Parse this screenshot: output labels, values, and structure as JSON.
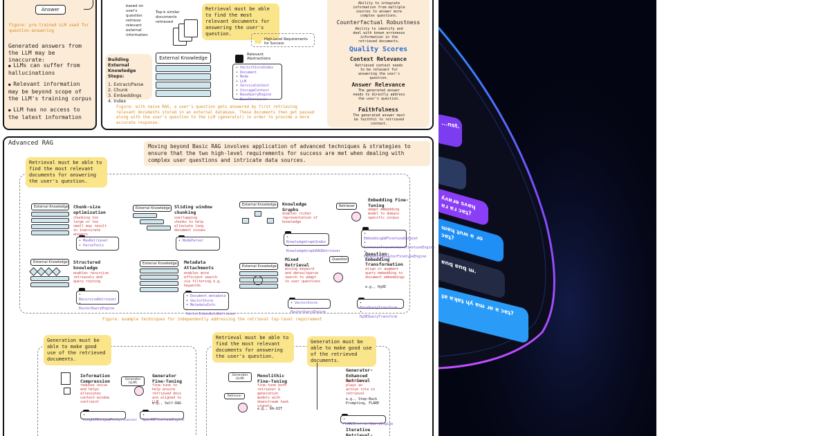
{
  "colors": {
    "accent_orange": "#d98a1c",
    "highlight_yellow": "#fbe58a",
    "beige": "#fcebd6",
    "neon_blue": "#2fa8ff",
    "neon_purple": "#8b4dff"
  },
  "left_panel": {
    "answer_label": "Answer",
    "figure_caption": "Figure: pre-trained LLM used for question-answering",
    "heading": "Generated answers from the LLM may be inaccurate:",
    "items": [
      "LLMs can suffer from hallucinations",
      "Relevant information may be beyond scope of the LLM's training corpus",
      "LLM has no access to the latest information"
    ]
  },
  "basic_rag": {
    "based_on_text": "based on user's question retrieve relevant external information",
    "topk_text": "Top-k similar documents retrieved",
    "requirement": "Retrieval must be able to find the most relevant documents for answering the user's question.",
    "legend": "High-Level Requirements for Success",
    "building_title": "Building External Knowledge Steps:",
    "steps": [
      "1. Extract/Parse",
      "2. Chunk",
      "3. Embeddings",
      "4. Index"
    ],
    "external_knowledge": "External Knowledge",
    "abstractions_title": "Relevant Abstractions",
    "abstractions": [
      "VectorStoreIndex",
      "Document",
      "Node",
      "LLM",
      "ServiceContext",
      "StorageContext",
      "BaseQueryEngine",
      "BaseRetriever"
    ],
    "caption": "Figure: with naive RAG, a user's question gets answered by first retrieving relevant documents stored in an external database. These documents then get passed along with the user's question to the LLM (generator) in order to provide a more accurate response."
  },
  "scores": {
    "top_text": "Ability to integrate information from multiple sources to answer more complex questions.",
    "robust_title": "Counterfactual Robustness",
    "robust_desc": "Ability to identify and deal with known erroneous information in the retrieved documents.",
    "quality_title": "Quality Scores",
    "items": [
      {
        "title": "Context Relevance",
        "desc": "Retrieved context needs to be relevant for answering the user's question."
      },
      {
        "title": "Answer Relevance",
        "desc": "The generated answer needs to directly address the user's question."
      },
      {
        "title": "Faithfulness",
        "desc": "The generated answer must be faithful to retrieved context."
      }
    ]
  },
  "advanced": {
    "title": "Advanced RAG",
    "intro": "Moving beyond Basic RAG involves application of advanced techniques & strategies to ensure that the two high-level requirements for success are met when dealing with complex user questions and intricate data sources.",
    "retrieval_req": "Retrieval must be able to find the most relevant documents for answering the user's question.",
    "retrieval_caption": "Figure: example techniques for independently addressing the retrieval top-level requirement",
    "external_knowledge": "External Knowledge",
    "question_label": "Question",
    "retriever_label": "Retriever",
    "techniques": [
      {
        "title": "Chunk-size optimization",
        "desc": "chunking too large or too small may result in inaccurate answers",
        "abs": [
          "MaxRetriever",
          "ParseTools"
        ]
      },
      {
        "title": "Sliding window chunking",
        "desc": "overlapping chunks to help alleviate long document issues",
        "abs": [
          "NodeParser"
        ]
      },
      {
        "title": "Knowledge Graphs",
        "desc": "enables richer representation of knowledge",
        "abs": [
          "KnowledgeGraphIndex",
          "KnowledgeGraphRAGRetriever"
        ]
      },
      {
        "title": "Embedding Fine-Tuning",
        "desc": "adapt embedding model to domain specific corpus",
        "abs": [
          "EmbeddingQAFinetuneDataset",
          "SentenceTransformersFinetuneEngine",
          "EmbeddingAdapterFinetuneEngine"
        ]
      },
      {
        "title": "Structured knowledge",
        "desc": "enables recursive retrievals and query routing",
        "abs": [
          "RecursiveRetriever",
          "RouterQueryEngine"
        ]
      },
      {
        "title": "Metadata Attachments",
        "desc": "enables more efficient search via filtering e.g. keywords",
        "abs": [
          "Document.metadata",
          "VectorStore",
          "MetadataInfo",
          "VectorIndexAutoRetriever"
        ]
      },
      {
        "title": "Mixed Retrieval",
        "desc": "mixing keyword and dense/sparse search to adapt to user questions",
        "abs": [
          "VectorStore",
          "RouterQueryEngine"
        ]
      },
      {
        "title": "Question-Embedding Transformation",
        "desc": "align or augment query embedding to document embeddings",
        "extra": "e.g., HyDE",
        "abs": [
          "BaseQueryTransform",
          "HyDEQueryTransform"
        ]
      }
    ],
    "generation_req": "Generation must be able to make good use of the retrieved documents.",
    "gen_techniques": [
      {
        "title": "Information Compression",
        "desc": "reduces noise and helps alleviates context-window contraint",
        "abs": [
          "LongLLMLinguaPostprocessor"
        ]
      },
      {
        "title": "Generator Fine-Tuning",
        "desc": "fine-tune to help ensure retrieved docs are aligned to LLM",
        "extra": "e.g., Self-RAG",
        "abs": [
          "OpenAIFinetuneEngine"
        ]
      }
    ],
    "generator_label": "Generator (LLM)",
    "retrieval_req2": "Retrieval must be able to find the most relevant documents for answering the user's question.",
    "generation_req2": "Generation must be able to make good use of the retrieved documents.",
    "mono_title": "Monolithic Fine-Tuning",
    "mono_desc": "fine-tune both retriever & generation models with downstream task signals",
    "mono_extra": "e.g., RA-DIT",
    "enhanced_title": "Generator-Enhanced Retrieval",
    "enhanced_desc": "Generator plays an active role in retrieval",
    "enhanced_extra": "e.g., Step-Back Prompting, FLARE",
    "enhanced_abs": [
      "FLAREInstructQueryEngine"
    ],
    "iterative_title": "Iterative Retrieval-"
  },
  "phone": {
    "bubbles": [
      "...nst.",
      "",
      "ʎʌɐɹǝ sʌɐɥ ɐɹ ɐɹ ɔɐʇ?",
      "ɯɐɥ ʇnʍ ɐ ɹo ɔɐʇ?",
      "ɐnq ɐnq ɯ.",
      "ʇɐ ɐʞɐʇ ɥʎ ɐɯ ɹɐ ɐ ɔɐʇ?"
    ]
  }
}
